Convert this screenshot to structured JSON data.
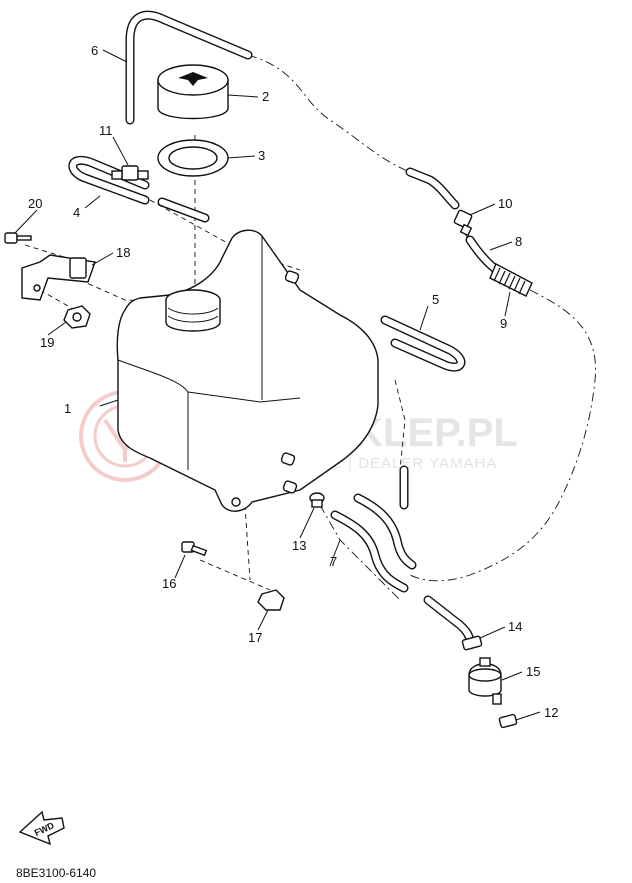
{
  "diagram": {
    "part_code": "8BE3100-6140",
    "fwd_label": "FWD",
    "watermark": {
      "title": "YAMA-SKLEP.PL",
      "subtitle": "WOJCIECHOWICZ | DEALER YAMAHA",
      "color": "#e07070"
    },
    "callouts": [
      "1",
      "2",
      "3",
      "4",
      "5",
      "6",
      "7",
      "8",
      "9",
      "10",
      "11",
      "12",
      "13",
      "14",
      "15",
      "16",
      "17",
      "18",
      "19",
      "20"
    ]
  }
}
